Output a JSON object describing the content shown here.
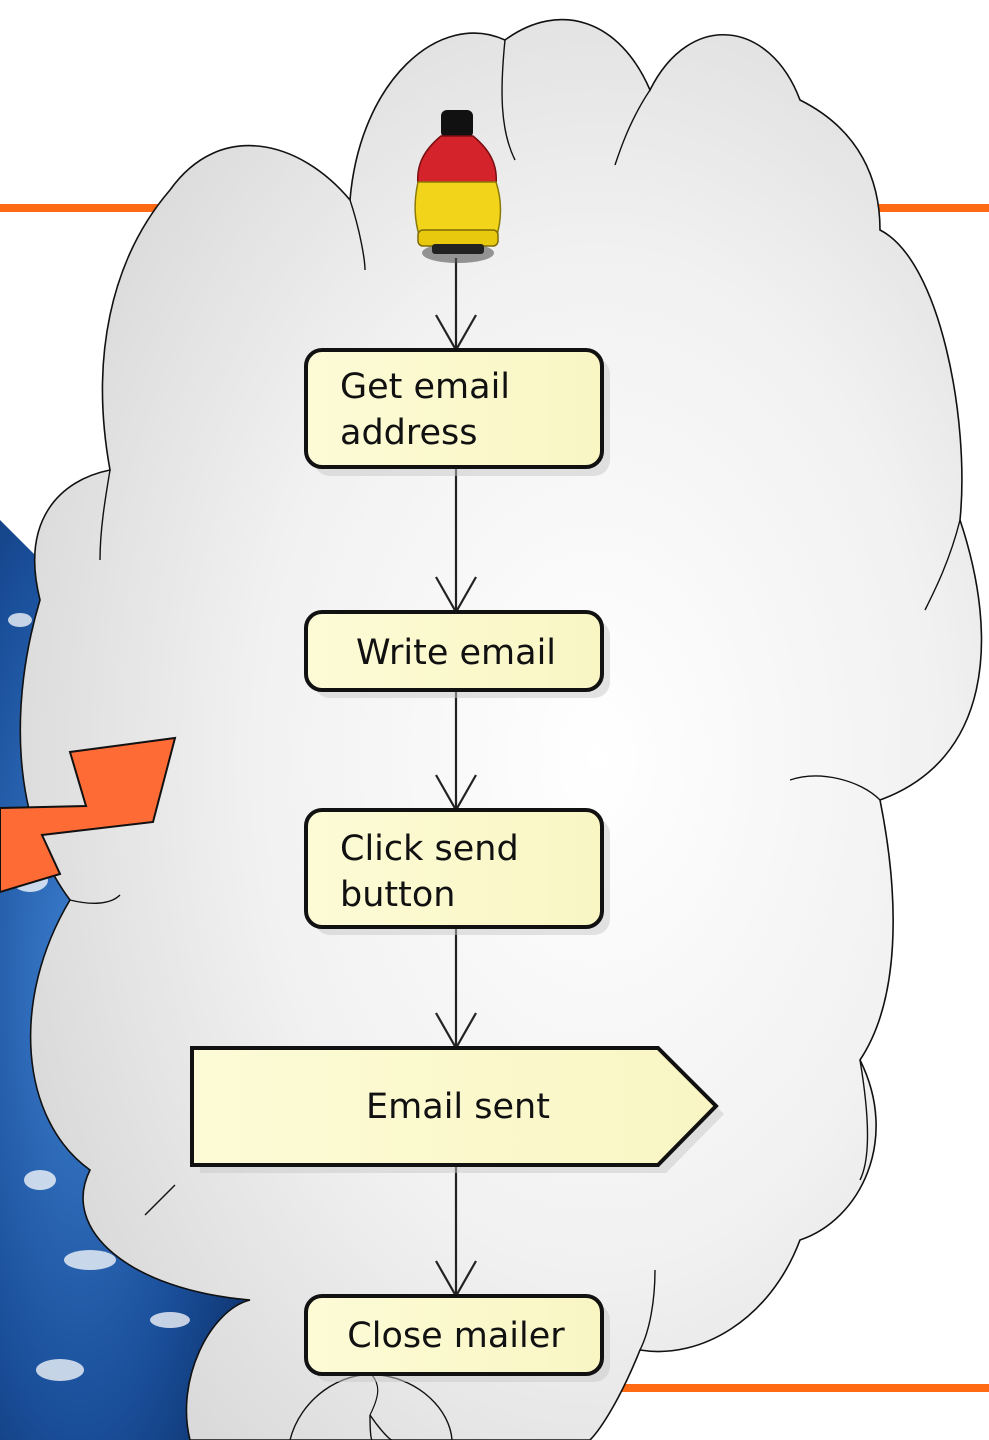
{
  "diagram": {
    "nodes": {
      "get_email_address": [
        "Get email",
        "address"
      ],
      "write_email": "Write email",
      "click_send_button": [
        "Click send",
        "button"
      ],
      "email_sent": "Email sent",
      "close_mailer": "Close mailer"
    }
  },
  "colors": {
    "accent_line": "#ff6a13",
    "lightning": "#ff6b35",
    "cloud_fill": "#e6e6e6",
    "node_fill": "#fefed8",
    "node_stroke": "#111111",
    "earth_blue": "#1b4f9c"
  },
  "icons": {
    "start": "bottle-icon",
    "bolt": "lightning-bolt-icon"
  }
}
